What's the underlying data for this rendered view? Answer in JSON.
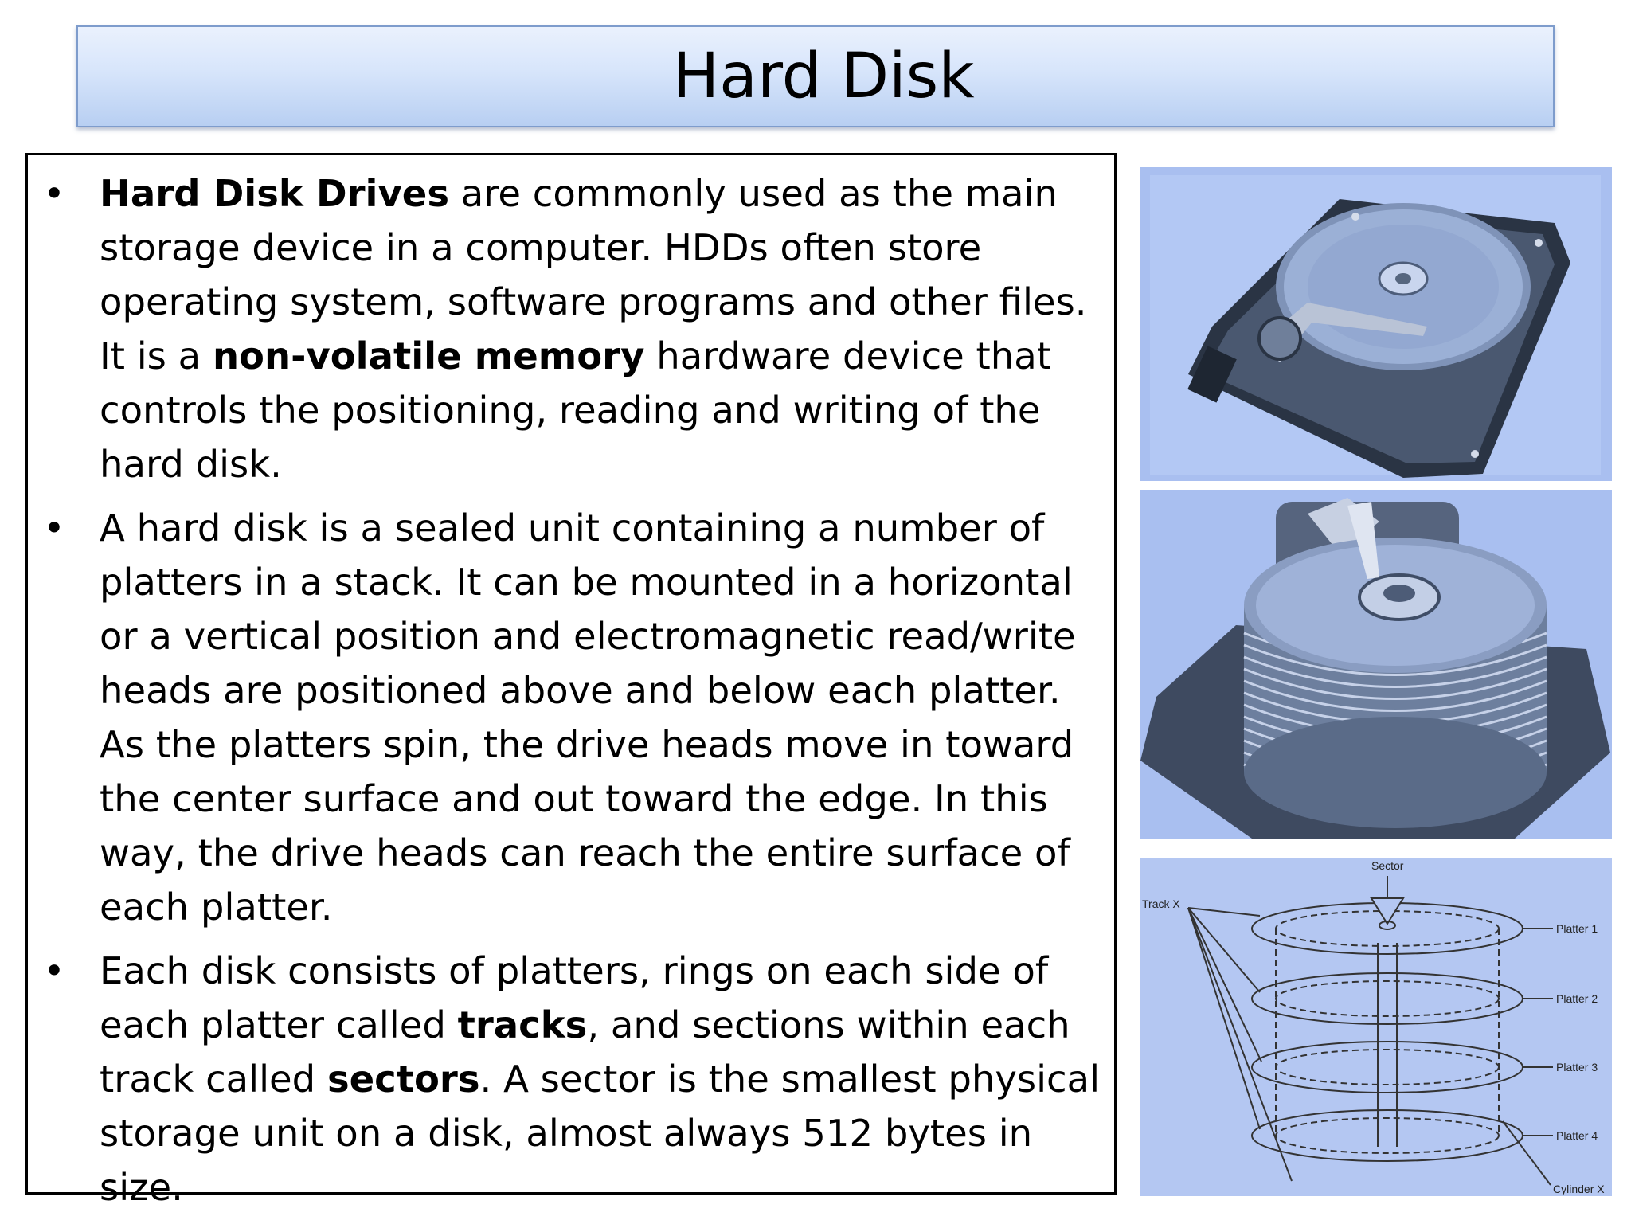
{
  "slide": {
    "title": "Hard Disk"
  },
  "bullets": [
    {
      "segments": [
        {
          "text": "Hard Disk Drives",
          "bold": true
        },
        {
          "text": " are commonly used as the main storage device in a computer. HDDs often store operating system, software programs and other files. It is a ",
          "bold": false
        },
        {
          "text": "non-volatile memory",
          "bold": true
        },
        {
          "text": " hardware device that controls the positioning, reading and writing of the hard disk.",
          "bold": false
        }
      ]
    },
    {
      "segments": [
        {
          "text": "A hard disk is a sealed unit containing a number of platters in a stack. It can be mounted in a horizontal or a vertical position and electromagnetic read/write heads are positioned above and below each platter. As the platters spin, the drive heads move in toward the center surface and out toward the edge. In this way, the drive heads can reach the entire surface of each platter.",
          "bold": false
        }
      ]
    },
    {
      "segments": [
        {
          "text": "Each disk consists of platters, rings on each side of each platter called ",
          "bold": false
        },
        {
          "text": "tracks",
          "bold": true
        },
        {
          "text": ", and sections within each track called ",
          "bold": false
        },
        {
          "text": "sectors",
          "bold": true
        },
        {
          "text": ". A sector is the smallest physical storage unit on a disk, almost always 512 bytes in size.",
          "bold": false
        }
      ]
    }
  ],
  "images": {
    "drive_photo": {
      "icon": "hard-drive-photo"
    },
    "platter_stack_photo": {
      "icon": "platter-stack-photo"
    },
    "diagram": {
      "icon": "disk-geometry-diagram",
      "sector_label": "Sector",
      "track_label": "Track X",
      "platter_labels": [
        "Platter 1",
        "Platter 2",
        "Platter 3",
        "Platter 4"
      ],
      "cylinder_label": "Cylinder X"
    }
  },
  "colors": {
    "title_gradient_top": "#eaf1fd",
    "title_gradient_bottom": "#b8cff2",
    "title_border": "#7e9ccc",
    "image_tint": "#a9bff0"
  }
}
